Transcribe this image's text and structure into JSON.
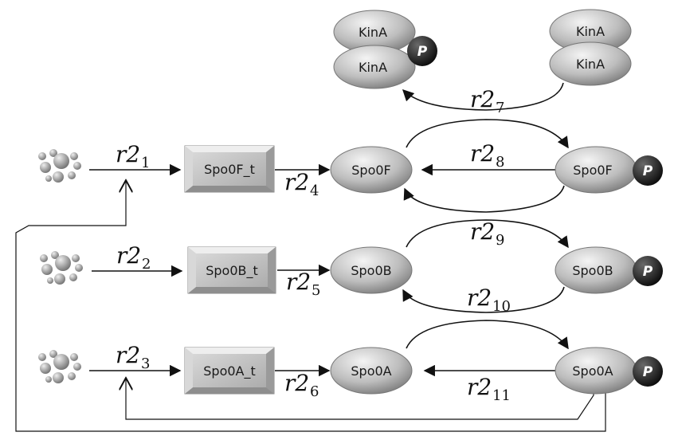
{
  "nodes": {
    "kina_left_top": "KinA",
    "kina_left_bottom": "KinA",
    "kina_right_top": "KinA",
    "kina_right_bottom": "KinA",
    "spo0f_t": "Spo0F_t",
    "spo0b_t": "Spo0B_t",
    "spo0a_t": "Spo0A_t",
    "spo0f": "Spo0F",
    "spo0b": "Spo0B",
    "spo0a": "Spo0A",
    "spo0f_p": "Spo0F",
    "spo0b_p": "Spo0B",
    "spo0a_p": "Spo0A"
  },
  "phospho_marker": "P",
  "rates": {
    "base": "r2",
    "r1": "1",
    "r2": "2",
    "r3": "3",
    "r4": "4",
    "r5": "5",
    "r6": "6",
    "r7": "7",
    "r8": "8",
    "r9": "9",
    "r10": "10",
    "r11": "11"
  },
  "colors": {
    "protein": "#9a9a9a",
    "gene_box": "#b0b0b0",
    "phospho": "#1a1a1a",
    "source": "#888888"
  }
}
